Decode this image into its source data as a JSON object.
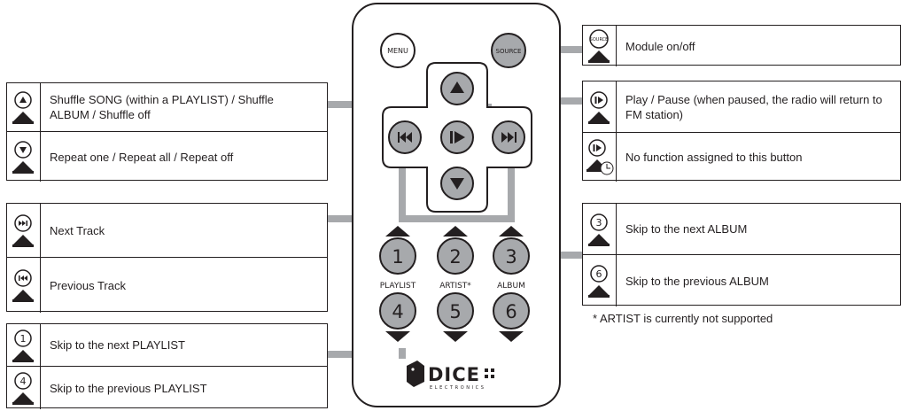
{
  "remote": {
    "menu": "MENU",
    "source": "SOURCE",
    "numbers": [
      "1",
      "2",
      "3",
      "4",
      "5",
      "6"
    ],
    "labels": {
      "playlist": "PLAYLIST",
      "artist": "ARTIST*",
      "album": "ALBUM"
    },
    "brand": "DICE",
    "brand_sub": "ELECTRONICS"
  },
  "left_groups": [
    {
      "rows": [
        {
          "icon": "up-button-icon",
          "text": "Shuffle SONG (within a PLAYLIST) / Shuffle ALBUM / Shuffle off"
        },
        {
          "icon": "down-button-icon",
          "text": "Repeat one / Repeat all / Repeat off"
        }
      ]
    },
    {
      "rows": [
        {
          "icon": "next-track-button-icon",
          "text": "Next Track"
        },
        {
          "icon": "previous-track-button-icon",
          "text": "Previous Track"
        }
      ]
    },
    {
      "rows": [
        {
          "icon": "number-1-button-icon",
          "icon_text": "1",
          "text": "Skip to the next PLAYLIST"
        },
        {
          "icon": "number-4-button-icon",
          "icon_text": "4",
          "text": "Skip to the previous PLAYLIST"
        }
      ]
    }
  ],
  "right_groups": [
    {
      "rows": [
        {
          "icon": "source-button-icon",
          "icon_text": "SOURCE",
          "text": "Module on/off"
        }
      ]
    },
    {
      "rows": [
        {
          "icon": "play-pause-button-icon",
          "text": "Play / Pause (when paused, the radio will return to FM station)"
        },
        {
          "icon": "play-pause-hold-icon",
          "text": "No function assigned to this button"
        }
      ]
    },
    {
      "rows": [
        {
          "icon": "number-3-button-icon",
          "icon_text": "3",
          "text": "Skip to the next ALBUM"
        },
        {
          "icon": "number-6-button-icon",
          "icon_text": "6",
          "text": "Skip to the previous ALBUM"
        }
      ]
    }
  ],
  "footnote": "* ARTIST is currently not supported"
}
